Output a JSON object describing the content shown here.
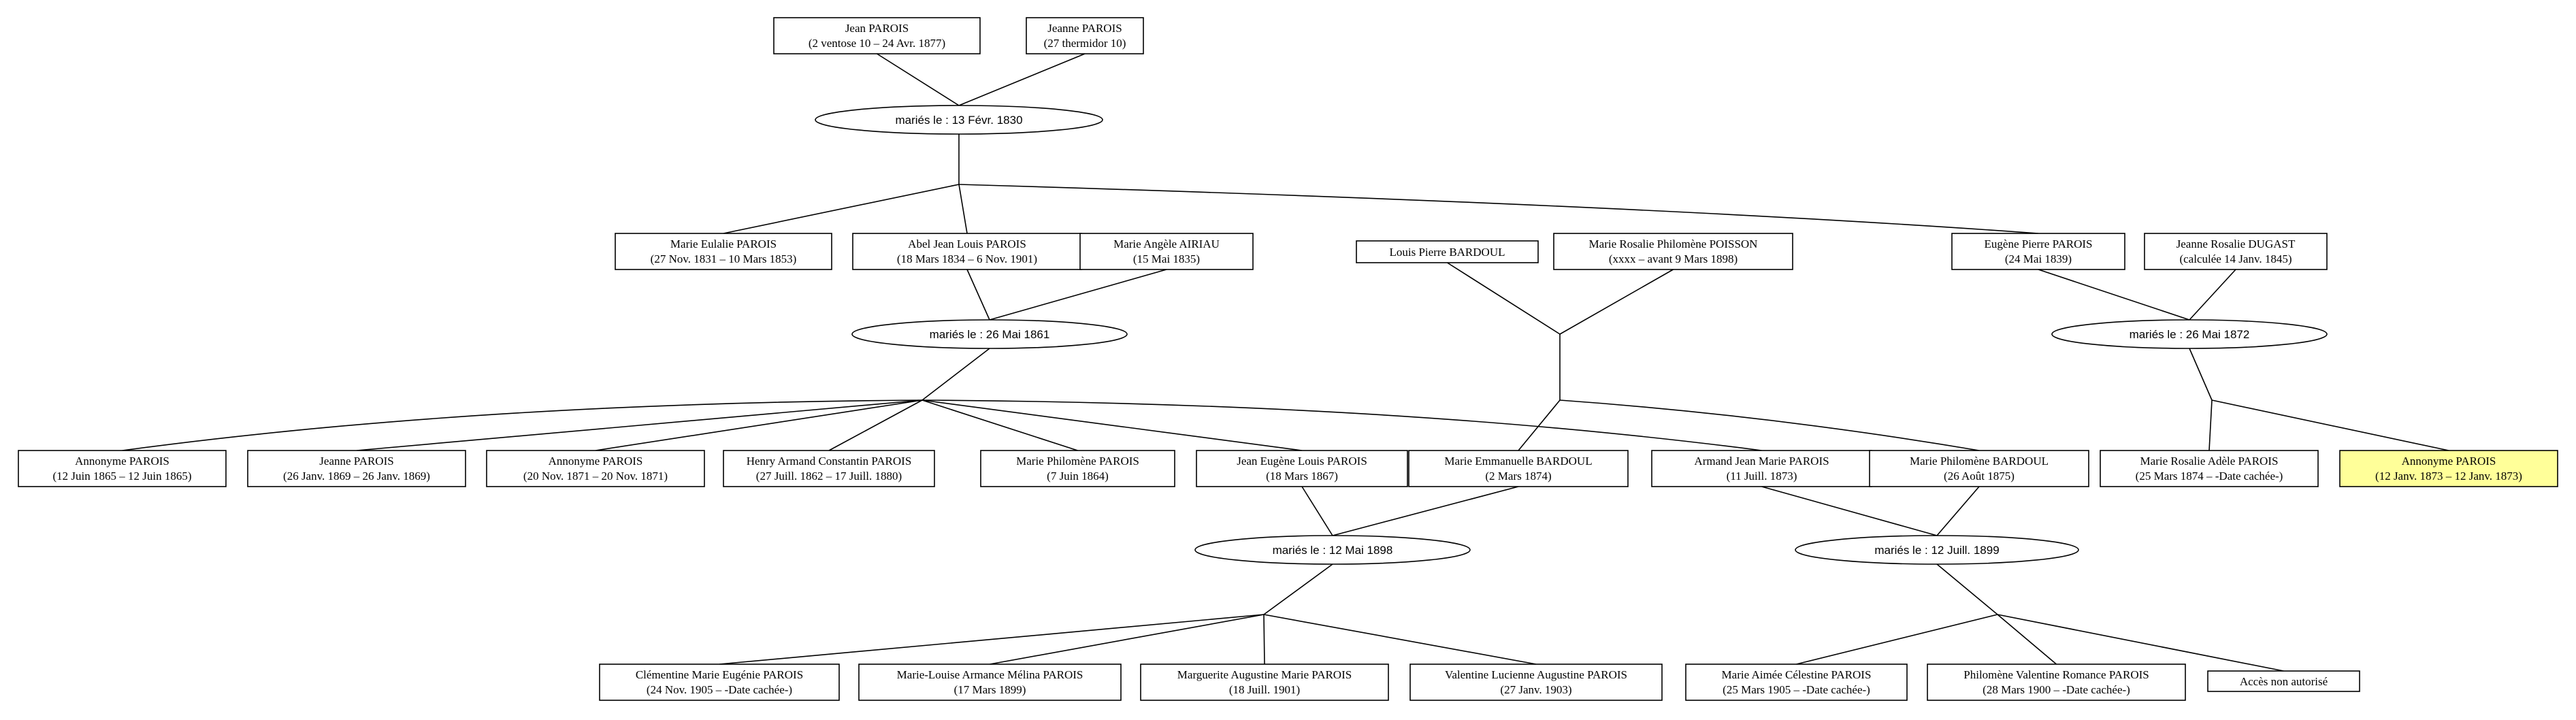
{
  "colors": {
    "highlight": "#ffff99",
    "line": "#000000",
    "background": "#ffffff"
  },
  "persons": [
    {
      "id": "p1",
      "name": "Jean PAROIS",
      "dates": "(2 ventose 10 – 24 Avr. 1877)"
    },
    {
      "id": "p2",
      "name": "Jeanne PAROIS",
      "dates": "(27 thermidor 10)"
    },
    {
      "id": "p3",
      "name": "Marie Eulalie PAROIS",
      "dates": "(27 Nov. 1831 – 10 Mars 1853)"
    },
    {
      "id": "p4",
      "name": "Abel Jean Louis PAROIS",
      "dates": "(18 Mars 1834 – 6 Nov. 1901)"
    },
    {
      "id": "p5",
      "name": "Marie Angèle AIRIAU",
      "dates": "(15 Mai 1835)"
    },
    {
      "id": "p6",
      "name": "Louis Pierre BARDOUL",
      "dates": ""
    },
    {
      "id": "p7",
      "name": "Marie Rosalie Philomène POISSON",
      "dates": "(xxxx – avant 9 Mars 1898)"
    },
    {
      "id": "p8",
      "name": "Eugène Pierre PAROIS",
      "dates": "(24 Mai 1839)"
    },
    {
      "id": "p9",
      "name": "Jeanne Rosalie DUGAST",
      "dates": "(calculée 14 Janv. 1845)"
    },
    {
      "id": "p10",
      "name": "Annonyme PAROIS",
      "dates": "(12 Juin 1865 – 12 Juin 1865)"
    },
    {
      "id": "p11",
      "name": "Jeanne PAROIS",
      "dates": "(26 Janv. 1869 – 26 Janv. 1869)"
    },
    {
      "id": "p12",
      "name": "Annonyme PAROIS",
      "dates": "(20 Nov. 1871 – 20 Nov. 1871)"
    },
    {
      "id": "p13",
      "name": "Henry Armand Constantin PAROIS",
      "dates": "(27 Juill. 1862 – 17 Juill. 1880)"
    },
    {
      "id": "p14",
      "name": "Marie Philomène PAROIS",
      "dates": "(7 Juin 1864)"
    },
    {
      "id": "p15",
      "name": "Jean Eugène Louis PAROIS",
      "dates": "(18 Mars 1867)"
    },
    {
      "id": "p16",
      "name": "Marie Emmanuelle BARDOUL",
      "dates": "(2 Mars 1874)"
    },
    {
      "id": "p17",
      "name": "Armand Jean Marie PAROIS",
      "dates": "(11 Juill. 1873)"
    },
    {
      "id": "p18",
      "name": "Marie Philomène BARDOUL",
      "dates": "(26 Août 1875)"
    },
    {
      "id": "p19",
      "name": "Marie Rosalie Adèle PAROIS",
      "dates": "(25 Mars 1874 – -Date cachée-)"
    },
    {
      "id": "p20",
      "name": "Annonyme PAROIS",
      "dates": "(12 Janv. 1873 – 12 Janv. 1873)",
      "highlight": true
    },
    {
      "id": "p21",
      "name": "Clémentine Marie Eugénie PAROIS",
      "dates": "(24 Nov. 1905 – -Date cachée-)"
    },
    {
      "id": "p22",
      "name": "Marie-Louise Armance Mélina PAROIS",
      "dates": "(17 Mars 1899)"
    },
    {
      "id": "p23",
      "name": "Marguerite Augustine Marie PAROIS",
      "dates": "(18 Juill. 1901)"
    },
    {
      "id": "p24",
      "name": "Valentine Lucienne Augustine PAROIS",
      "dates": "(27 Janv. 1903)"
    },
    {
      "id": "p25",
      "name": "Marie Aimée Célestine PAROIS",
      "dates": "(25 Mars 1905 – -Date cachée-)"
    },
    {
      "id": "p26",
      "name": "Philomène Valentine Romance PAROIS",
      "dates": "(28 Mars 1900 – -Date cachée-)"
    },
    {
      "id": "p27",
      "name": "Accès non autorisé",
      "dates": ""
    }
  ],
  "unions": [
    {
      "id": "u1",
      "label": "mariés le : 13 Févr. 1830",
      "partners": [
        "p1",
        "p2"
      ],
      "children": [
        "p3",
        "p4",
        "p8"
      ]
    },
    {
      "id": "u2",
      "label": "mariés le : 26 Mai 1861",
      "partners": [
        "p4",
        "p5"
      ],
      "children": [
        "p10",
        "p11",
        "p12",
        "p13",
        "p14",
        "p15",
        "p17"
      ]
    },
    {
      "id": "u3",
      "label": "",
      "partners": [
        "p6",
        "p7"
      ],
      "children": [
        "p16",
        "p18"
      ]
    },
    {
      "id": "u4",
      "label": "mariés le : 26 Mai 1872",
      "partners": [
        "p8",
        "p9"
      ],
      "children": [
        "p19",
        "p20"
      ]
    },
    {
      "id": "u5",
      "label": "mariés le : 12 Mai 1898",
      "partners": [
        "p15",
        "p16"
      ],
      "children": [
        "p21",
        "p22",
        "p23",
        "p24"
      ]
    },
    {
      "id": "u6",
      "label": "mariés le : 12 Juill. 1899",
      "partners": [
        "p17",
        "p18"
      ],
      "children": [
        "p25",
        "p26",
        "p27"
      ]
    }
  ]
}
